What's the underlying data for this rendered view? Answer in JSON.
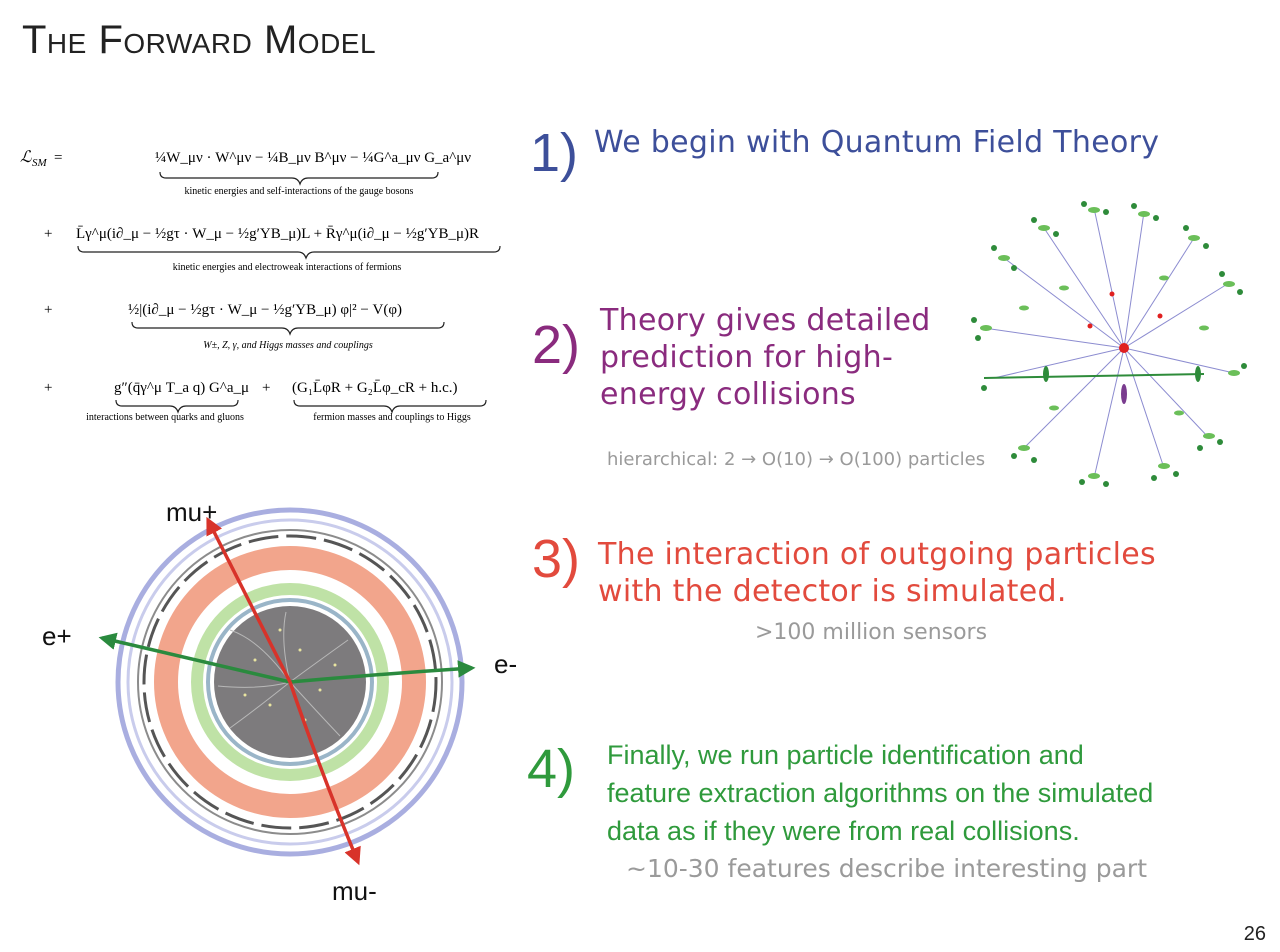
{
  "slide": {
    "title": "The Forward Model",
    "page_number": "26"
  },
  "equation": {
    "lhs": "ℒ",
    "lhs_sub": "SM",
    "equals": "=",
    "plus": "+",
    "row1": "¼W_μν · W^μν − ¼B_μν B^μν − ¼G^a_μν G_a^μν",
    "row1_label": "kinetic energies and self-interactions of the gauge bosons",
    "row2": "L̄γ^μ(i∂_μ − ½gτ · W_μ − ½g′YB_μ)L + R̄γ^μ(i∂_μ − ½g′YB_μ)R",
    "row2_label": "kinetic energies and electroweak interactions of fermions",
    "row3": "½|(i∂_μ − ½gτ · W_μ − ½g′YB_μ) φ|² − V(φ)",
    "row3_label": "W±, Z, γ, and Higgs masses and couplings",
    "row4a": "g″(q̄γ^μ T_a q) G^a_μ",
    "row4a_label": "interactions between quarks and gluons",
    "row4b": "(G₁L̄φR + G₂L̄φ_cR + h.c.)",
    "row4b_label": "fermion masses and couplings to Higgs"
  },
  "steps": [
    {
      "num": "1)",
      "text_lines": [
        "We begin with Quantum Field Theory"
      ],
      "sub": "",
      "color": "#3d4f9a"
    },
    {
      "num": "2)",
      "text_lines": [
        "Theory gives detailed",
        "prediction for high-",
        "energy collisions"
      ],
      "sub": "hierarchical: 2 → O(10) → O(100) particles",
      "color": "#8a2b7e"
    },
    {
      "num": "3)",
      "text_lines": [
        "The interaction of outgoing particles",
        "with the detector is simulated."
      ],
      "sub": ">100 million sensors",
      "color": "#e24a3d"
    },
    {
      "num": "4)",
      "text_lines": [
        "Finally, we run particle identification and",
        "feature extraction algorithms on the simulated",
        "data as if they were from real collisions."
      ],
      "sub": "~10-30 features describe interesting part",
      "color": "#2f9a3c"
    }
  ],
  "detector": {
    "labels": {
      "mu_plus": "mu+",
      "mu_minus": "mu-",
      "e_plus": "e+",
      "e_minus": "e-"
    },
    "colors": {
      "muon_track": "#d8332a",
      "electron_track": "#2a8a3e",
      "outer_ring": "#a9aee0",
      "calorimeter": "#f2a58c",
      "inner_ring": "#bfe2a6",
      "core": "#7d7b7d"
    }
  },
  "tree_diagram": {
    "colors": {
      "vertex": "#e02020",
      "node": "#2e8b3a",
      "leaf": "#6bbf59",
      "line": "#8c8cd0"
    }
  }
}
